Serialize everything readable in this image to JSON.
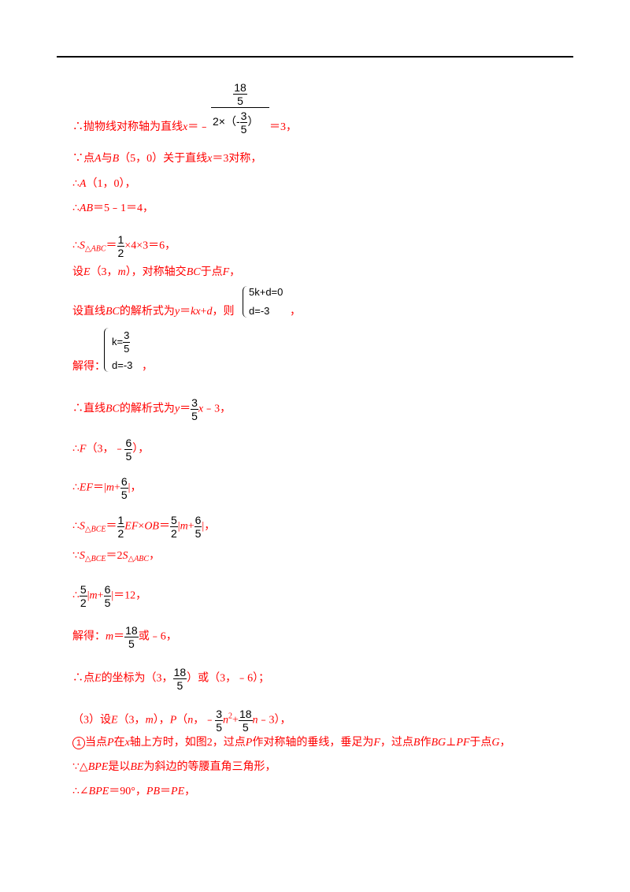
{
  "l1": {
    "pre": "∴抛物线对称轴为直线",
    "x": "x",
    "eq": "＝﹣",
    "bign": "18",
    "bigd": "5",
    "den": "2×（-",
    "dn": "3",
    "dd": "5",
    "rp": "）",
    "post": "＝3，"
  },
  "l2": {
    "a": "∵点",
    "A": "A",
    "b": "与",
    "B": "B",
    "c": "（5，0）关于直线",
    "x": "x",
    "d": "＝3对称，"
  },
  "l3": {
    "a": "∴",
    "A": "A",
    "b": "（1，0），"
  },
  "l4": {
    "a": "∴",
    "AB": "AB",
    "b": "＝5﹣1＝4，"
  },
  "l5": {
    "a": "∴",
    "S": "S",
    "sub": "△ABC",
    "b": "＝",
    "n": "1",
    "d": "2",
    "c": "×4×3＝6，"
  },
  "l6": {
    "a": "设",
    "E": "E",
    "b": "（3，",
    "m": "m",
    "c": "），对称轴交",
    "BC": "BC",
    "d": "于点",
    "F": "F",
    "e": "，"
  },
  "l7": {
    "a": "设直线",
    "BC": "BC",
    "b": "的解析式为",
    "y": "y",
    "c": "＝",
    "kx": "kx",
    "d": "+",
    "dd": "d",
    "e": "，则",
    "s1": "5k+d=0",
    "s2": "d=-3",
    "f": "，"
  },
  "l8": {
    "s1": "k=",
    "n": "3",
    "d": "5",
    "s2": "d=-3",
    "a": "解得：",
    "b": "，"
  },
  "l9": {
    "a": "∴直线",
    "BC": "BC",
    "b": "的解析式为",
    "y": "y",
    "c": "＝",
    "n": "3",
    "d": "5",
    "x": "x",
    "e": "﹣3，"
  },
  "l10": {
    "a": "∴",
    "F": "F",
    "b": "（3，﹣",
    "n": "6",
    "d": "5",
    "c": "），"
  },
  "l11": {
    "a": "∴",
    "EF": "EF",
    "b": "＝|",
    "m": "m",
    "c": "+",
    "n": "6",
    "d": "5",
    "e": "|，"
  },
  "l12": {
    "a": "∴",
    "S": "S",
    "sub": "△BCE",
    "b": "＝",
    "n1": "1",
    "d1": "2",
    "EF": "EF",
    "c": "×",
    "OB": "OB",
    "e": "＝",
    "n2": "5",
    "d2": "2",
    "f": "|",
    "m": "m",
    "g": "+",
    "n3": "6",
    "d3": "5",
    "h": "|，"
  },
  "l13": {
    "a": "∵",
    "S": "S",
    "sub1": "△BCE",
    "b": "＝2",
    "S2": "S",
    "sub2": "△ABC",
    "c": "，"
  },
  "l14": {
    "a": "∴",
    "n1": "5",
    "d1": "2",
    "b": "|",
    "m": "m",
    "c": "+",
    "n2": "6",
    "d2": "5",
    "e": "|＝12，"
  },
  "l15": {
    "a": "解得：",
    "m": "m",
    "b": "＝",
    "n": "18",
    "d": "5",
    "c": "或﹣6，"
  },
  "l16": {
    "a": "∴点",
    "E": "E",
    "b": "的坐标为（3，",
    "n": "18",
    "d": "5",
    "c": "）或（3，﹣6）；"
  },
  "l17": {
    "a": "（3）设",
    "E": "E",
    "b": "（3，",
    "m": "m",
    "c": "），",
    "P": "P",
    "d": "（",
    "nn": "n",
    "e": "，﹣",
    "n1": "3",
    "d1": "5",
    "n2v": "n",
    "sq": "2",
    "f": "+",
    "n3": "18",
    "d3": "5",
    "g": "n",
    "h": "﹣3），"
  },
  "l18": {
    "num": "1",
    "a": "当点",
    "P": "P",
    "b": "在",
    "x": "x",
    "c": "轴上方时，如图2，过点",
    "P2": "P",
    "d": "作对称轴的垂线，垂足为",
    "F": "F",
    "e": "，过点",
    "B": "B",
    "f": "作",
    "BG": "BG",
    "g": "⊥",
    "PF": "PF",
    "h": "于点",
    "G": "G",
    "i": "，"
  },
  "l19": {
    "a": "∵△",
    "BPE": "BPE",
    "b": "是以",
    "BE": "BE",
    "c": "为斜边的等腰直角三角形，"
  },
  "l20": {
    "a": "∴∠",
    "BPE": "BPE",
    "b": "＝90°，",
    "PB": "PB",
    "c": "＝",
    "PE": "PE",
    "d": "，"
  }
}
